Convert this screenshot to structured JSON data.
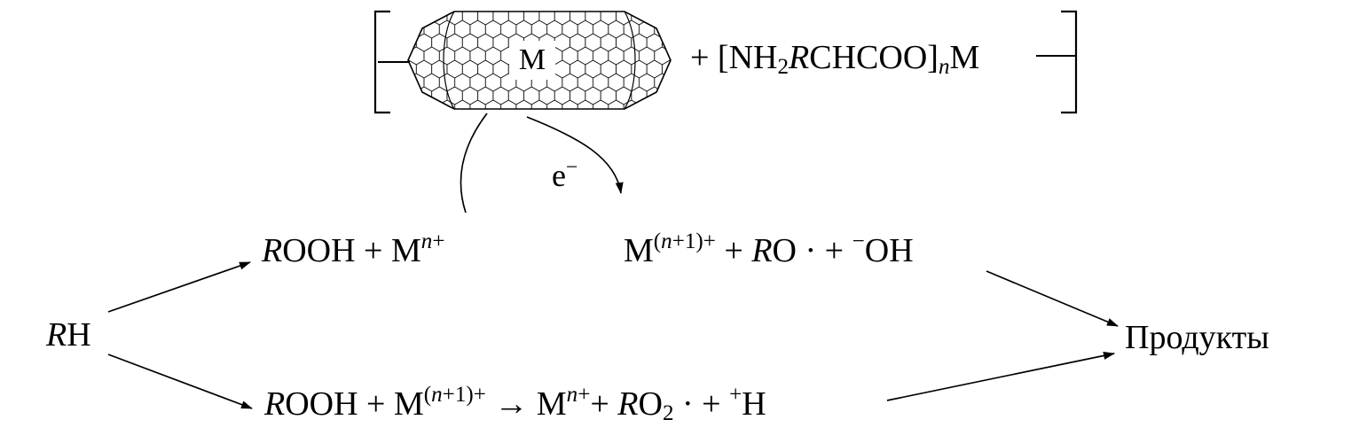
{
  "colors": {
    "ink": "#000000",
    "background": "#ffffff"
  },
  "scheme": {
    "complex": {
      "metal_label": "M",
      "ligand": [
        {
          "t": "+ [NH"
        },
        {
          "t": "2",
          "s": "sub"
        },
        {
          "t": "R",
          "s": "i"
        },
        {
          "t": "CHCOO]"
        },
        {
          "t": "n",
          "s": "sub i"
        },
        {
          "t": "M"
        }
      ]
    },
    "electron": [
      {
        "t": "e"
      },
      {
        "t": "−",
        "s": "sup"
      }
    ],
    "reactions": {
      "substrate": [
        {
          "t": "R",
          "s": "i"
        },
        {
          "t": "H"
        }
      ],
      "branch_top_left": [
        {
          "t": "R",
          "s": "i"
        },
        {
          "t": "OOH + M"
        },
        {
          "t": "n",
          "s": "sup i"
        },
        {
          "t": "+",
          "s": "sup"
        }
      ],
      "branch_top_right": [
        {
          "t": "M"
        },
        {
          "t": "(",
          "s": "sup"
        },
        {
          "t": "n",
          "s": "sup i"
        },
        {
          "t": "+1)+",
          "s": "sup"
        },
        {
          "t": " + "
        },
        {
          "t": "R",
          "s": "i"
        },
        {
          "t": "O"
        },
        {
          "t": " · + "
        },
        {
          "t": "−",
          "s": "sup"
        },
        {
          "t": "OH"
        }
      ],
      "branch_bottom": [
        {
          "t": "R",
          "s": "i"
        },
        {
          "t": "OOH + M"
        },
        {
          "t": "(",
          "s": "sup"
        },
        {
          "t": "n",
          "s": "sup i"
        },
        {
          "t": "+1)+",
          "s": "sup"
        },
        {
          "t": " → M"
        },
        {
          "t": "n",
          "s": "sup i"
        },
        {
          "t": "+",
          "s": "sup"
        },
        {
          "t": "+ "
        },
        {
          "t": "R",
          "s": "i"
        },
        {
          "t": "O"
        },
        {
          "t": "2",
          "s": "sub"
        },
        {
          "t": " · + "
        },
        {
          "t": "+",
          "s": "sup"
        },
        {
          "t": "H"
        }
      ],
      "products": "Продукты"
    }
  }
}
